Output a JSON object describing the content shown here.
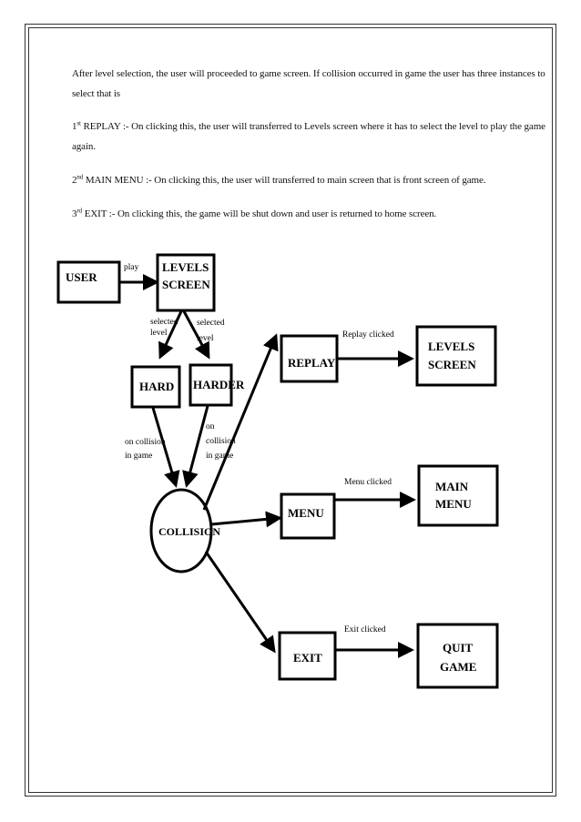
{
  "paragraphs": {
    "intro": "After level selection, the user will proceeded to game screen. If collision  occurred in game the user has three instances to select  that is",
    "replay_ord": "1",
    "replay_sup": "st",
    "replay_text": " REPLAY :- On clicking  this, the user will transferred to Levels screen where it has to select the level to play the game again.",
    "menu_ord": "2",
    "menu_sup": "nd",
    "menu_text": " MAIN MENU :- On clicking  this, the user will transferred to main screen that is front screen of game.",
    "exit_ord": "3",
    "exit_sup": "rd",
    "exit_text": " EXIT :- On clicking  this, the game will be shut down and user is returned to home screen."
  },
  "diagram": {
    "user": "USER",
    "play": "play",
    "levels_1": "LEVELS",
    "levels_2": "SCREEN",
    "selected_a1": "selected",
    "selected_a2": "level",
    "selected_b1": "selected",
    "selected_b2": "level",
    "hard": "HARD",
    "harder": "HARDER",
    "col_a1": "on collision",
    "col_a2": "in game",
    "col_b1": "on",
    "col_b2": "collision",
    "col_b3": "in game",
    "collision": "COLLISION",
    "replay": "REPLAY",
    "replay_clicked": "Replay clicked",
    "levels2_1": "LEVELS",
    "levels2_2": "SCREEN",
    "menu": "MENU",
    "menu_clicked": "Menu clicked",
    "main_1": "MAIN",
    "main_2": "MENU",
    "exit": "EXIT",
    "exit_clicked": "Exit clicked",
    "quit_1": "QUIT",
    "quit_2": "GAME"
  }
}
